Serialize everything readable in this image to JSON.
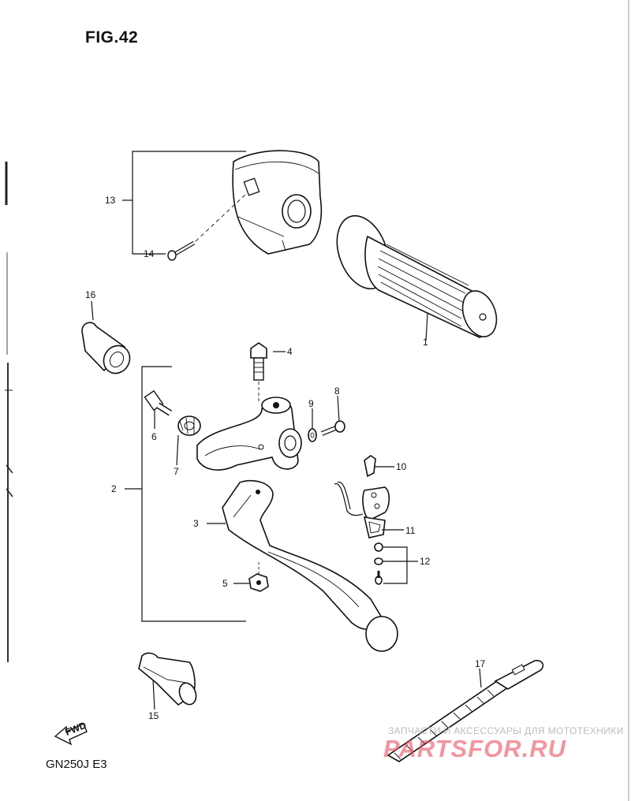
{
  "figure": {
    "title": "FIG.42",
    "model": "GN250J  E3"
  },
  "fwd_label": "FWD",
  "watermark": {
    "line1": "ЗАПЧАСТИ И АКСЕССУАРЫ ДЛЯ МОТОТЕХНИКИ",
    "line2": "PARTSFOR.RU"
  },
  "callouts": {
    "c1": "1",
    "c2": "2",
    "c3": "3",
    "c4": "4",
    "c5": "5",
    "c6": "6",
    "c7": "7",
    "c8": "8",
    "c9": "9",
    "c10": "10",
    "c11": "11",
    "c12": "12",
    "c13": "13",
    "c14": "14",
    "c15": "15",
    "c16": "16",
    "c17": "17"
  }
}
